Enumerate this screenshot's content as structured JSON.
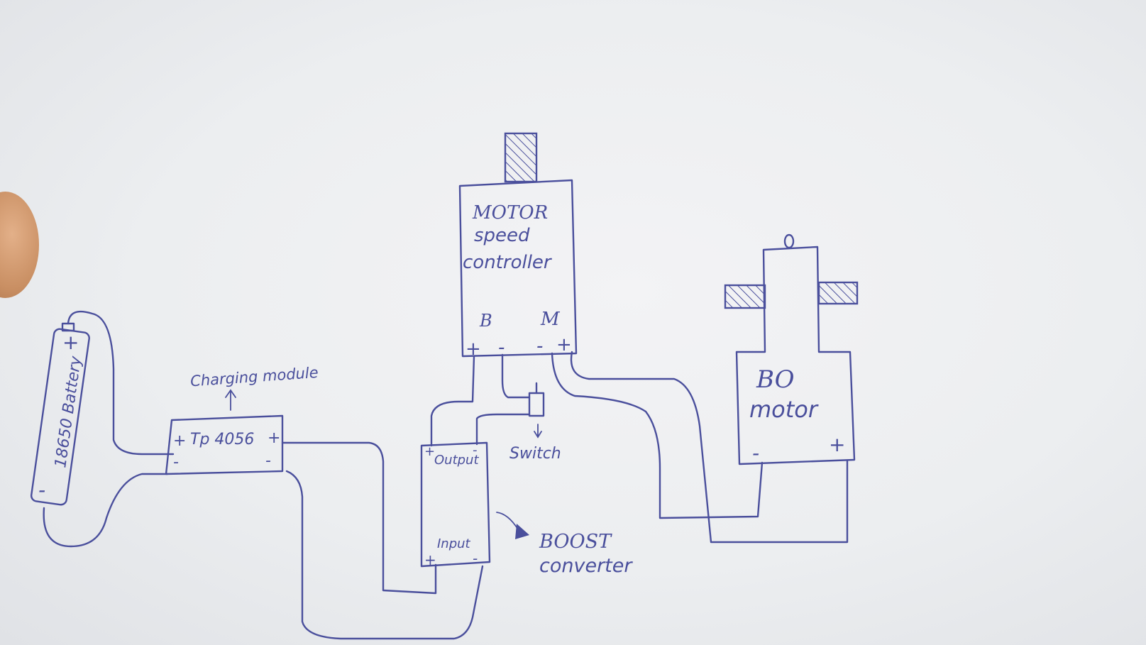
{
  "diagram": {
    "battery": {
      "label": "18650 Battery",
      "plus": "+",
      "minus": "-"
    },
    "charging_module": {
      "label": "Charging module",
      "chip": "Tp 4056",
      "plus_in": "+",
      "plus_out": "+",
      "minus_in": "-",
      "minus_out": "-"
    },
    "boost_converter": {
      "label_line1": "BOOST",
      "label_line2": "converter",
      "output": "Output",
      "input": "Input",
      "plus": "+",
      "minus": "-"
    },
    "switch": {
      "label": "Switch"
    },
    "speed_controller": {
      "line1": "MOTOR",
      "line2": "speed",
      "line3": "controller",
      "b": "B",
      "m": "M",
      "pins": [
        "+",
        "-",
        "-",
        "+"
      ]
    },
    "bo_motor": {
      "line1": "BO",
      "line2": "motor",
      "minus": "-",
      "plus": "+"
    }
  },
  "colors": {
    "ink": "#4a4f9c",
    "paper": "#eceef0"
  }
}
